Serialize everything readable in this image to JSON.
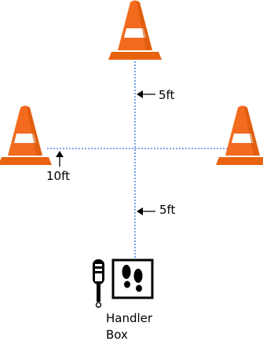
{
  "colors": {
    "cone_orange": "#f26b1f",
    "cone_dark": "#d35400",
    "cone_base": "#e8620f",
    "stripe": "#ffffff",
    "guide_line": "#2e6fd8",
    "ink": "#000000"
  },
  "labels": {
    "top_distance": "5ft",
    "side_distance": "10ft",
    "bottom_distance": "5ft",
    "handler_box_line1": "Handler",
    "handler_box_line2": "Box"
  },
  "icons": {
    "cone": "traffic-cone-icon",
    "footprints": "footprints-icon",
    "whistle": "clicker-icon"
  }
}
